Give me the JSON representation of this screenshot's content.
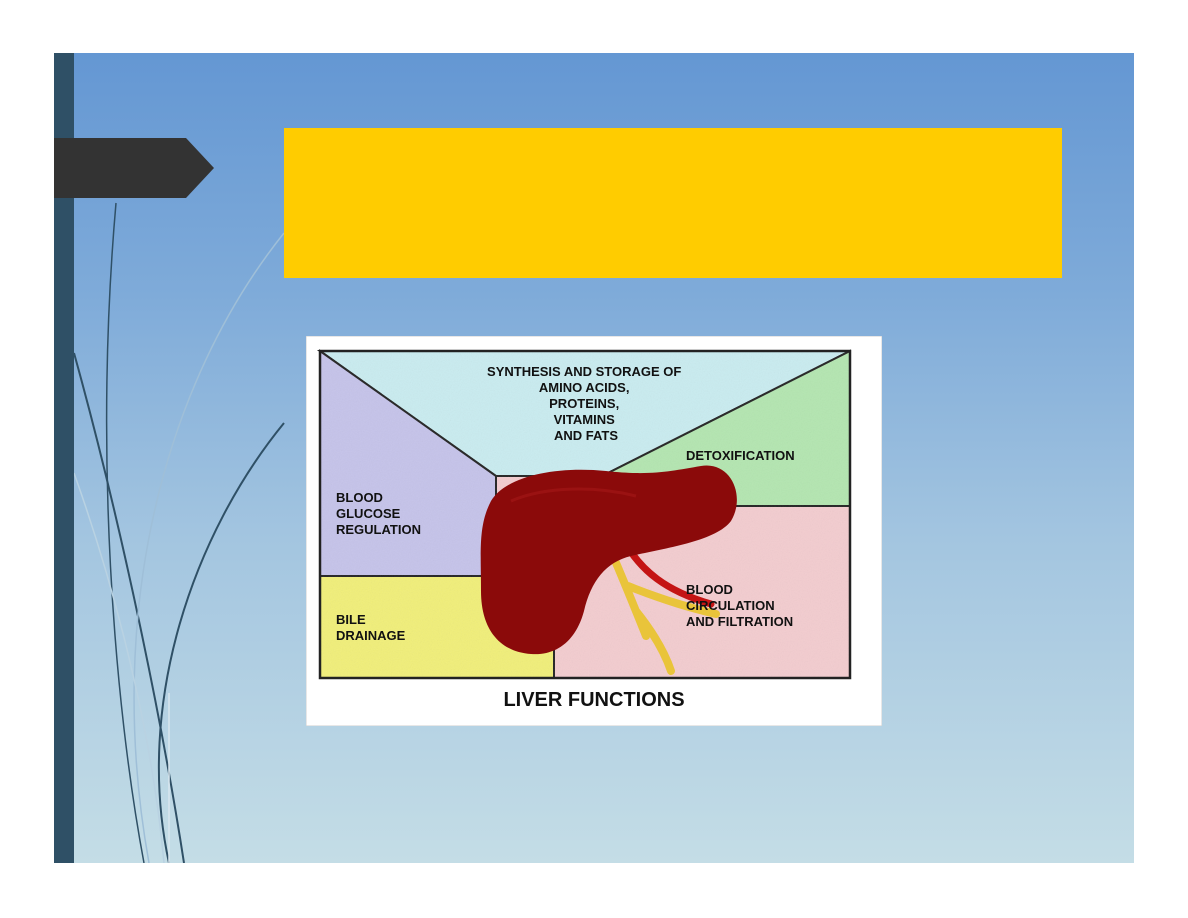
{
  "slide": {
    "title_box_color": "#ffcc00",
    "background_top": "#6497d3",
    "background_bottom": "#c4dde6",
    "accent_bar": "#2f5066",
    "arrow_tab_color": "#333333"
  },
  "figure": {
    "caption": "LIVER FUNCTIONS",
    "segments": {
      "synthesis": [
        "SYNTHESIS AND STORAGE OF",
        "AMINO ACIDS,",
        "PROTEINS,",
        "VITAMINS",
        "AND FATS"
      ],
      "detox": [
        "DETOXIFICATION"
      ],
      "glucose": [
        "BLOOD",
        "GLUCOSE",
        "REGULATION"
      ],
      "bile": [
        "BILE",
        "DRAINAGE"
      ],
      "circulation": [
        "BLOOD",
        "CIRCULATION",
        "AND FILTRATION"
      ]
    },
    "colors": {
      "synthesis": "#c9ecf0",
      "detox": "#b3e6b0",
      "glucose": "#c5c3ea",
      "bile": "#f1ef78",
      "circulation": "#f3cccf",
      "liver": "#8b0a0a"
    }
  }
}
